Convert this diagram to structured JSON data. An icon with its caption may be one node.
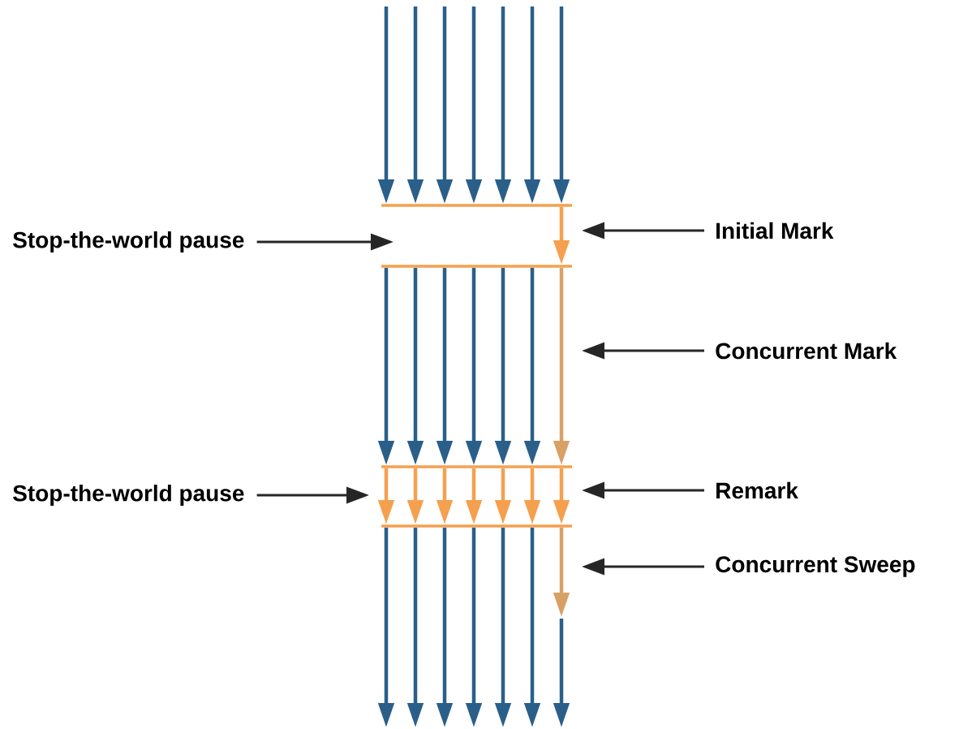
{
  "diagram": {
    "nodes": [
      {
        "text": [
          "Stop-the-world pause"
        ]
      },
      {
        "text": [
          "Initial Mark"
        ]
      },
      {
        "text": [
          "Concurrent Mark"
        ]
      },
      {
        "text": [
          "Stop-the-world pause"
        ]
      },
      {
        "text": [
          "Remark"
        ]
      },
      {
        "text": [
          "Concurrent Sweep"
        ]
      }
    ],
    "edges": [
      {
        "from": 0,
        "to": null,
        "arrow": "to"
      },
      {
        "from": 1,
        "to": null,
        "arrow": "to"
      },
      {
        "from": 2,
        "to": null,
        "arrow": "to"
      },
      {
        "from": 3,
        "to": null,
        "arrow": "to"
      },
      {
        "from": 4,
        "to": null,
        "arrow": "to"
      },
      {
        "from": 5,
        "to": null,
        "arrow": "to"
      }
    ]
  }
}
